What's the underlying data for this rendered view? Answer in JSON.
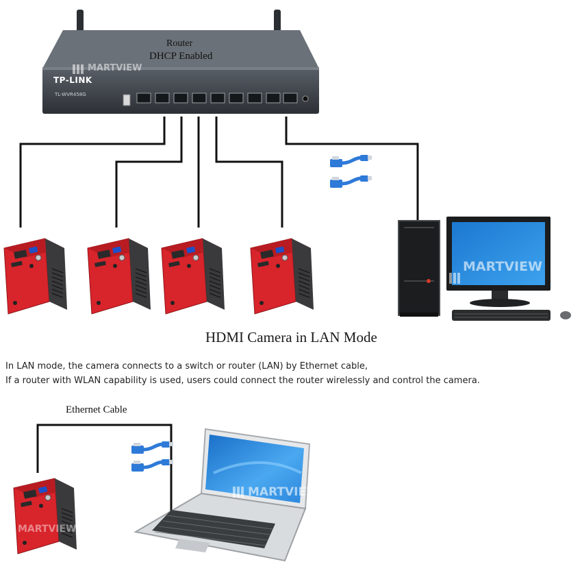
{
  "router": {
    "label": "Router",
    "status": "DHCP Enabled",
    "brand": "TP-LINK",
    "model": "TL-WVR458G"
  },
  "watermark": "MARTVIEW",
  "diagram": {
    "title": "HDMI Camera in LAN Mode",
    "description_line1": "In LAN mode, the camera connects to a switch or router (LAN) by Ethernet cable,",
    "description_line2": "If a router with WLAN capability is used, users could connect the router wirelessly and control the camera.",
    "cable_label": "Ethernet Cable"
  },
  "colors": {
    "camera_red": "#d8242b",
    "camera_dark": "#3a3a3c",
    "cable_blue": "#1f6fd1",
    "router_body": "#3c4147",
    "monitor_screen": "#2a87d6"
  }
}
